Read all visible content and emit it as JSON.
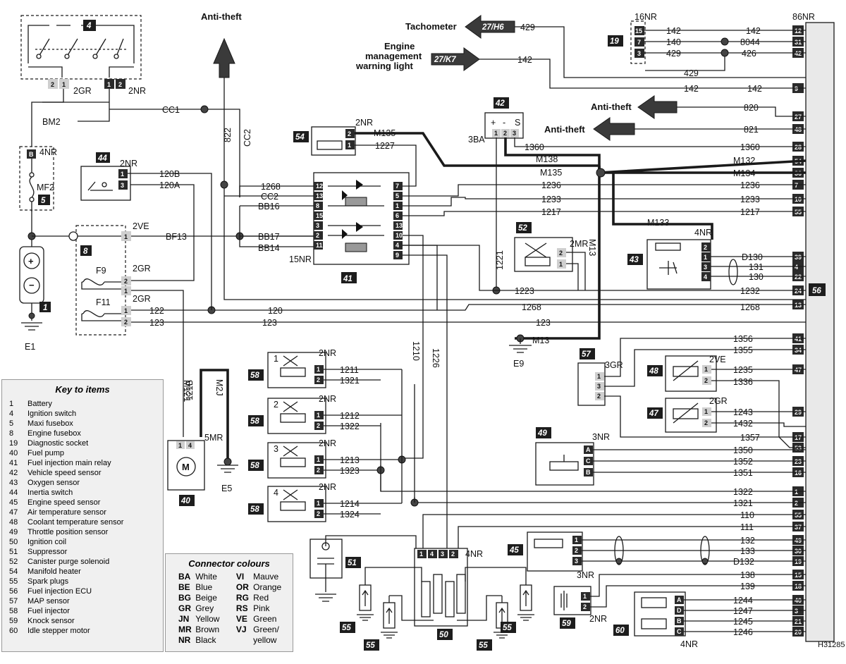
{
  "diagram_code": "H31285",
  "tags": {
    "t1": "1",
    "t4": "4",
    "t5": "5",
    "t8": "8",
    "t19": "19",
    "t40": "40",
    "t41": "41",
    "t42": "42",
    "t43": "43",
    "t44": "44",
    "t45": "45",
    "t47": "47",
    "t48": "48",
    "t49": "49",
    "t50": "50",
    "t51": "51",
    "t52": "52",
    "t54": "54",
    "t55": "55",
    "t56": "56",
    "t57": "57",
    "t58": "58",
    "t59": "59",
    "t60": "60"
  },
  "arrows": {
    "anti_theft_top": "Anti-theft",
    "tachometer": "Tachometer",
    "tach_ref": "27/H6",
    "eml_line1": "Engine",
    "eml_line2": "management",
    "eml_line3": "warning light",
    "eml_ref": "27/K7",
    "anti_theft_820": "Anti-theft",
    "anti_theft_821": "Anti-theft"
  },
  "connectors": {
    "c4a": "2GR",
    "c4b": "2NR",
    "c5": "4NR",
    "c8": "2VE",
    "c9": "2GR",
    "c11": "2GR",
    "c44": "2NR",
    "c54": "2NR",
    "c41": "15NR",
    "c42": "3BA",
    "c52": "2MR",
    "c43": "4NR",
    "c19": "16NR",
    "c56": "86NR",
    "c57": "3GR",
    "c48": "2VE",
    "c47": "2GR",
    "c49": "3NR",
    "c58a": "2NR",
    "c58b": "2NR",
    "c58c": "2NR",
    "c58d": "2NR",
    "c40": "5MR",
    "c50": "4NR",
    "c45": "3NR",
    "c59": "2NR",
    "c60": "4NR"
  },
  "grounds": {
    "e1": "E1",
    "e5": "E5",
    "e9": "E9"
  },
  "components": {
    "mf2": "MF2",
    "f9": "F9",
    "f11": "F11"
  },
  "wires": {
    "cc1": "CC1",
    "bm2": "BM2",
    "w822": "822",
    "cc2": "CC2",
    "cc2b": "CC2",
    "m135": "M135",
    "w1227": "1227",
    "w120b": "120B",
    "w120a": "120A",
    "bf13": "BF13",
    "bb16": "BB16",
    "bb17": "BB17",
    "bb14": "BB14",
    "w1268a": "1268",
    "w1268b": "1268",
    "w1268c": "1268",
    "w1236": "1236",
    "w1233": "1233",
    "w1217": "1217",
    "w1360": "1360",
    "m138": "M138",
    "m135b": "M135",
    "m132": "M132",
    "m134": "M134",
    "w1221": "1221",
    "m13": "M13",
    "m13b": "M13",
    "m133": "M133",
    "w1223": "1223",
    "w1232": "1232",
    "d130": "D130",
    "w131": "131",
    "w130": "130",
    "w122": "122",
    "w120": "120",
    "w123a": "123",
    "w123b": "123",
    "w429a": "429",
    "w142a": "142",
    "w142b": "142",
    "w142c": "142",
    "w142d": "142",
    "w140": "140",
    "w8044": "8044",
    "w429b": "429",
    "w426": "426",
    "w429c": "429",
    "w820": "820",
    "w821": "821",
    "w1356": "1356",
    "w1355": "1355",
    "w1235": "1235",
    "w1336": "1336",
    "w1243": "1243",
    "w1432": "1432",
    "w1357": "1357",
    "w1350": "1350",
    "w1352": "1352",
    "w1351": "1351",
    "w1322": "1322",
    "w1321": "1321",
    "w110": "110",
    "w111": "111",
    "w132": "132",
    "w133": "133",
    "d132": "D132",
    "w138": "138",
    "w139": "139",
    "w1244": "1244",
    "w1247": "1247",
    "w1245": "1245",
    "w1246": "1246",
    "w1211": "1211",
    "w1321b": "1321",
    "w1212": "1212",
    "w1322b": "1322",
    "w1213": "1213",
    "w1323": "1323",
    "w1214": "1214",
    "w1324": "1324",
    "m121": "M121",
    "w121b": "121B",
    "m2j": "M2J",
    "w1210": "1210",
    "w1226": "1226",
    "p42_plus": "+",
    "p42_minus": "-",
    "p42_s": "S"
  },
  "key": {
    "title": "Key to items",
    "items": [
      {
        "n": "1",
        "label": "Battery"
      },
      {
        "n": "4",
        "label": "Ignition switch"
      },
      {
        "n": "5",
        "label": "Maxi fusebox"
      },
      {
        "n": "8",
        "label": "Engine fusebox"
      },
      {
        "n": "19",
        "label": "Diagnostic socket"
      },
      {
        "n": "40",
        "label": "Fuel pump"
      },
      {
        "n": "41",
        "label": "Fuel injection main relay"
      },
      {
        "n": "42",
        "label": "Vehicle speed sensor"
      },
      {
        "n": "43",
        "label": "Oxygen sensor"
      },
      {
        "n": "44",
        "label": "Inertia switch"
      },
      {
        "n": "45",
        "label": "Engine speed sensor"
      },
      {
        "n": "47",
        "label": "Air temperature sensor"
      },
      {
        "n": "48",
        "label": "Coolant temperature sensor"
      },
      {
        "n": "49",
        "label": "Throttle position sensor"
      },
      {
        "n": "50",
        "label": "Ignition coil"
      },
      {
        "n": "51",
        "label": "Suppressor"
      },
      {
        "n": "52",
        "label": "Canister purge solenoid"
      },
      {
        "n": "54",
        "label": "Manifold heater"
      },
      {
        "n": "55",
        "label": "Spark plugs"
      },
      {
        "n": "56",
        "label": "Fuel injection ECU"
      },
      {
        "n": "57",
        "label": "MAP sensor"
      },
      {
        "n": "58",
        "label": "Fuel injector"
      },
      {
        "n": "59",
        "label": "Knock sensor"
      },
      {
        "n": "60",
        "label": "Idle stepper motor"
      }
    ]
  },
  "colours": {
    "title": "Connector colours",
    "items": [
      {
        "code": "BA",
        "label": "White",
        "code2": "VI",
        "label2": "Mauve"
      },
      {
        "code": "BE",
        "label": "Blue",
        "code2": "OR",
        "label2": "Orange"
      },
      {
        "code": "BG",
        "label": "Beige",
        "code2": "RG",
        "label2": "Red"
      },
      {
        "code": "GR",
        "label": "Grey",
        "code2": "RS",
        "label2": "Pink"
      },
      {
        "code": "JN",
        "label": "Yellow",
        "code2": "VE",
        "label2": "Green"
      },
      {
        "code": "MR",
        "label": "Brown",
        "code2": "VJ",
        "label2": "Green/"
      },
      {
        "code": "NR",
        "label": "Black",
        "code2": "",
        "label2": "yellow"
      }
    ]
  },
  "ecu_pins": [
    "12",
    "31",
    "42",
    "9",
    "27",
    "48",
    "28",
    "54",
    "36",
    "7",
    "10",
    "55",
    "39",
    "4",
    "22",
    "24",
    "13",
    "41",
    "34",
    "47",
    "29",
    "17",
    "53",
    "23",
    "16",
    "1",
    "2",
    "55",
    "37",
    "49",
    "30",
    "19",
    "15",
    "18",
    "40",
    "3",
    "21",
    "20"
  ],
  "ecu_wires_right": [
    "142",
    "8044",
    "426",
    "142",
    "820",
    "821",
    "1360",
    "M132",
    "M134",
    "1236",
    "1233",
    "1217",
    "D130",
    "131",
    "130",
    "1232",
    "1268",
    "1356",
    "1355",
    "1235",
    "1243",
    "1357",
    "1350",
    "1352",
    "1351",
    "1322",
    "1321",
    "110",
    "111",
    "132",
    "133",
    "D132",
    "138",
    "139",
    "1244",
    "1247",
    "1245",
    "1246"
  ]
}
